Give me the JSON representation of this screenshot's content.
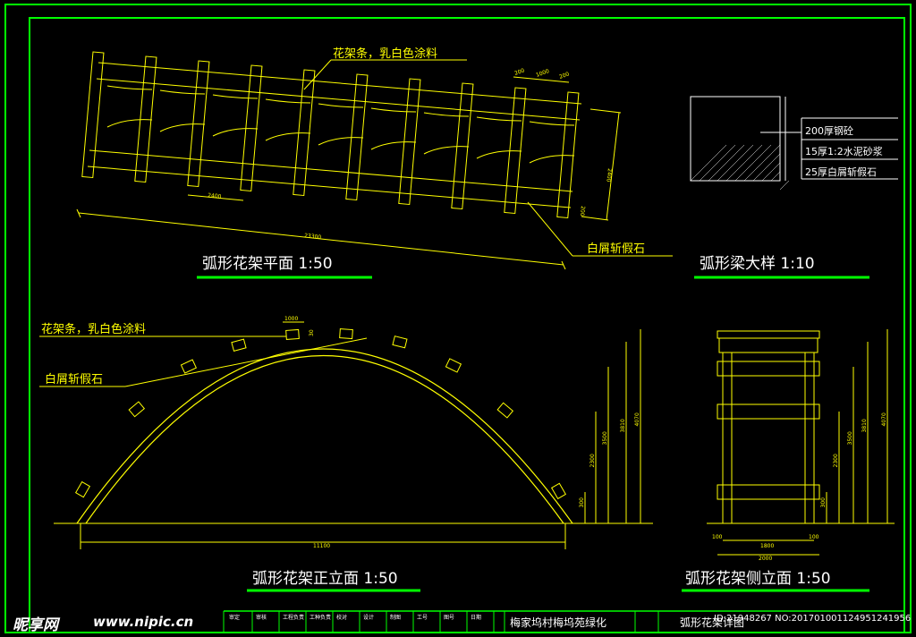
{
  "plan": {
    "title": "弧形花架平面 1:50",
    "note_slat": "花架条，乳白色涂料",
    "note_stone": "白屑斩假石",
    "dims": {
      "total": "23300",
      "spacing": "2400",
      "width": "2400",
      "gap": "200",
      "slat_a": "200",
      "slat_b": "1000",
      "slat_c": "200"
    }
  },
  "beam": {
    "title": "弧形梁大样 1:10",
    "layers": [
      "200厚钢砼",
      "15厚1:2水泥砂浆",
      "25厚白屑斩假石"
    ]
  },
  "front": {
    "title": "弧形花架正立面 1:50",
    "note_slat": "花架条，乳白色涂料",
    "note_stone": "白屑斩假石",
    "dims": {
      "span": "11100",
      "top": "1000",
      "h1": "300",
      "h2": "2300",
      "h3": "3500",
      "h4": "3810",
      "h5": "4070",
      "gap": "30"
    }
  },
  "side": {
    "title": "弧形花架侧立面 1:50",
    "dims": {
      "w_total": "2000",
      "w_mid": "1800",
      "w_l": "100",
      "w_r": "100",
      "h1": "300",
      "h2": "2300",
      "h3": "3500",
      "h4": "3810",
      "h5": "4070"
    }
  },
  "titleblock": {
    "project": "梅家坞村梅坞苑绿化",
    "drawing": "弧形花架详图",
    "cells": [
      "审定",
      "审核",
      "工程负责",
      "工种负责",
      "校对",
      "设计",
      "制图",
      "工号",
      "图号",
      "日期"
    ]
  },
  "watermark": {
    "logo": "昵享网",
    "url": "www.nipic.cn",
    "id": "ID:21948267 NO:20170100112495124195​6"
  },
  "colors": {
    "line": "#ffff00",
    "frame": "#00ff00",
    "bg": "#000000",
    "text": "#ffffff"
  }
}
